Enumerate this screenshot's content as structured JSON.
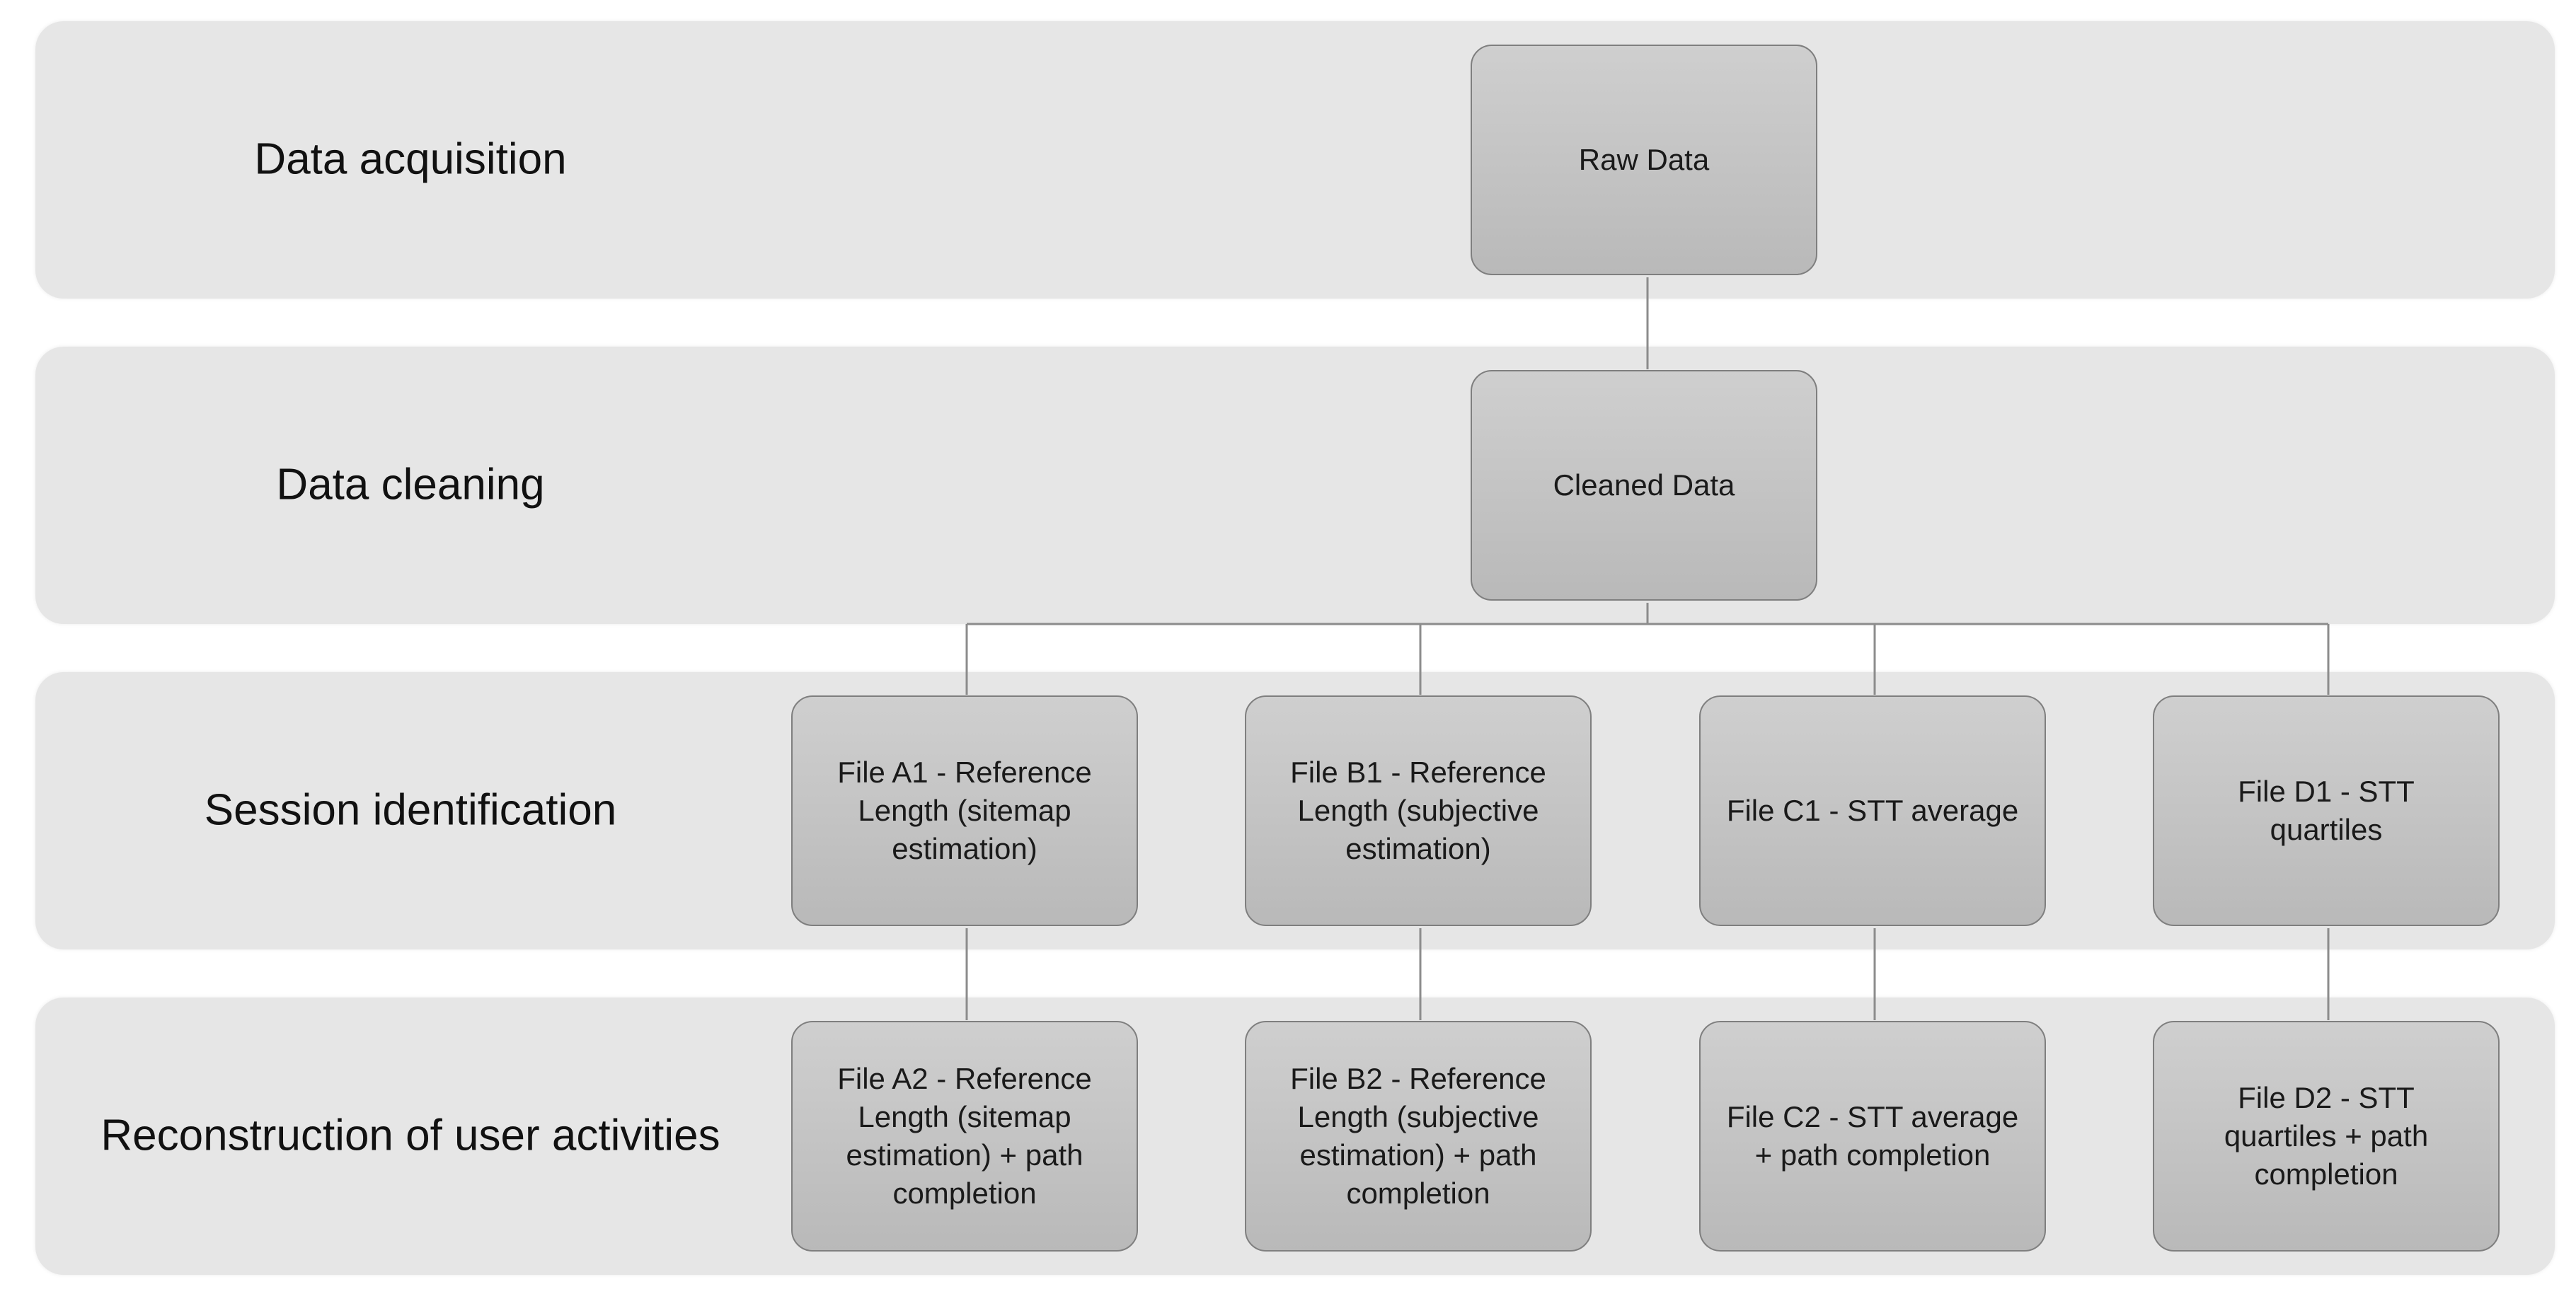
{
  "layers": [
    {
      "label": "Data acquisition"
    },
    {
      "label": "Data cleaning"
    },
    {
      "label": "Session identification"
    },
    {
      "label": "Reconstruction of user activities"
    }
  ],
  "nodes": {
    "raw": "Raw Data",
    "cleaned": "Cleaned Data",
    "a1": "File A1 - Reference Length (sitemap estimation)",
    "b1": "File B1 - Reference Length (subjective estimation)",
    "c1": "File C1 - STT average",
    "d1": "File D1 - STT quartiles",
    "a2": "File A2 - Reference Length (sitemap estimation) + path completion",
    "b2": "File B2 - Reference Length (subjective estimation) + path completion",
    "c2": "File C2 - STT average + path completion",
    "d2": "File D2 - STT quartiles + path completion"
  },
  "style": {
    "band_color": "#e6e6e6",
    "node_fill_top": "#cfcfcf",
    "node_fill_bottom": "#b9b9b9",
    "node_border": "#7f7f7f",
    "connector_color": "#8c8c8c"
  }
}
